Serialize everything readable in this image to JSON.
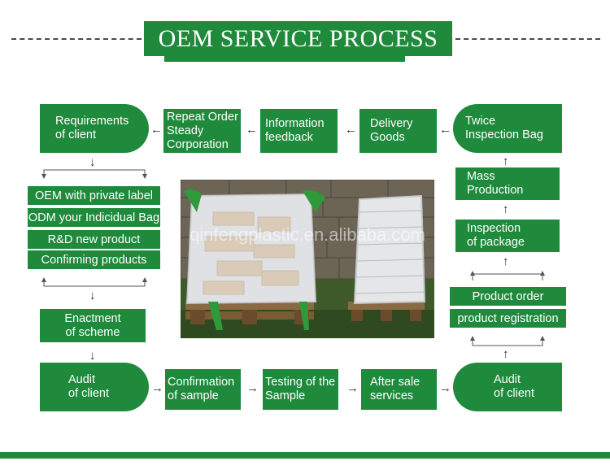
{
  "title": "OEM SERVICE PROCESS",
  "watermark": "qinfengplastic.en.alibaba.com",
  "steps": {
    "requirements": [
      "Requirements",
      "of client"
    ],
    "repeat_order": [
      "Repeat Order",
      "Steady",
      "Corporation"
    ],
    "information": [
      "Information",
      "feedback"
    ],
    "delivery": [
      "Delivery",
      "Goods"
    ],
    "twice_inspection": [
      "Twice",
      "Inspection Bag"
    ],
    "oem": "OEM with private label",
    "odm": "ODM your Indicidual Bag",
    "rnd": "R&D new product",
    "confirming": "Confirming products",
    "enactment": [
      "Enactment",
      "of scheme"
    ],
    "mass_production": [
      "Mass",
      "Production"
    ],
    "inspection_package": [
      "Inspection",
      "of package"
    ],
    "product_order": "Product order",
    "product_registration": "product registration",
    "audit_left": [
      "Audit",
      "of client"
    ],
    "confirmation": [
      "Confirmation",
      "of sample"
    ],
    "testing": [
      "Testing of the",
      "Sample"
    ],
    "after_sale": [
      "After sale",
      "services"
    ],
    "audit_right": [
      "Audit",
      "of client"
    ]
  },
  "arrows": {
    "left": "←",
    "right": "→",
    "up": "↑",
    "down": "↓"
  },
  "colors": {
    "primary_green": "#1f8a3c",
    "footer_green": "#1f8a3c"
  }
}
